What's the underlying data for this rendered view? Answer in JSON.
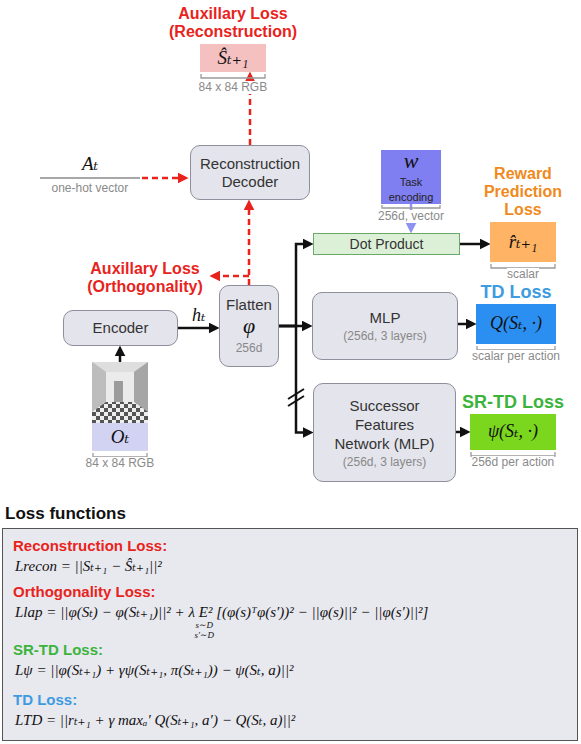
{
  "diagram": {
    "nodes": [
      {
        "text": [
          "Auxillary Loss (Reconstruction)",
          "Ŝₜ₊₁"
        ]
      },
      {
        "text": [
          "w",
          "Task encoding"
        ]
      },
      {
        "text": [
          "Reconstruction Decoder"
        ]
      },
      {
        "text": [
          "Reward Prediction Loss",
          "r̂ₜ₊₁"
        ]
      },
      {
        "text": [
          "Dot Product"
        ]
      },
      {
        "text": [
          "Encoder"
        ]
      },
      {
        "text": [
          "Flatten",
          "φ",
          "256d"
        ]
      },
      {
        "text": [
          "MLP",
          "(256d, 3 layers)"
        ]
      },
      {
        "text": [
          "TD Loss",
          "Q(Sₜ, ·)"
        ]
      },
      {
        "text": [
          "Successor Features Network (MLP)",
          "(256d, 3 layers)"
        ]
      },
      {
        "text": [
          "SR-TD Loss",
          "ψ(Sₜ, ·)"
        ]
      },
      {
        "text": [
          "Oₜ"
        ]
      },
      {
        "text": [
          "Loss functions",
          "Reconstruction Loss:",
          "Lrecon = ||Sₜ₊₁ − Ŝₜ₊₁||²",
          "Orthogonality Loss:",
          "Llap = ||φ(Sₜ) − φ(Sₜ₊₁)||² + λ E² [(φ(s)ᵀφ(s′))² − ||φ(s)||² − ||φ(s′)||²]",
          "s∼D s′∼D",
          "SR-TD Loss:",
          "Lψ = ||φ(Sₜ₊₁) + γψ(Sₜ₊₁, π(Sₜ₊₁)) − ψ(Sₜ, a)||²",
          "TD Loss:",
          "LTD = ||rₜ₊₁ + γ maxₐ′ Q(Sₜ₊₁, a′) − Q(Sₜ, a)||²"
        ]
      }
    ],
    "edges": [
      {
        "from": 11,
        "to": 5,
        "arrow": "to"
      },
      {
        "from": 5,
        "to": 6,
        "label": "hₜ",
        "arrow": "to"
      },
      {
        "from": 6,
        "to": 2,
        "arrow": "to"
      },
      {
        "from": 2,
        "to": 0,
        "arrow": "to"
      },
      {
        "from": 6,
        "to": 4,
        "arrow": "to"
      },
      {
        "from": 1,
        "to": 4,
        "arrow": "to"
      },
      {
        "from": 4,
        "to": 3,
        "arrow": "to"
      },
      {
        "from": 6,
        "to": 7,
        "arrow": "to"
      },
      {
        "from": 6,
        "to": 9,
        "arrow": "to"
      },
      {
        "from": 7,
        "to": 8,
        "arrow": "to"
      },
      {
        "from": 9,
        "to": 10,
        "arrow": "to"
      }
    ],
    "labels": [
      "84 x 84 RGB",
      "Aₜ",
      "one-hot vector",
      "256d, vector",
      "scalar",
      "Auxillary Loss (Orthogonality)",
      "scalar per action",
      "256d per action",
      "84 x 84 RGB"
    ]
  }
}
